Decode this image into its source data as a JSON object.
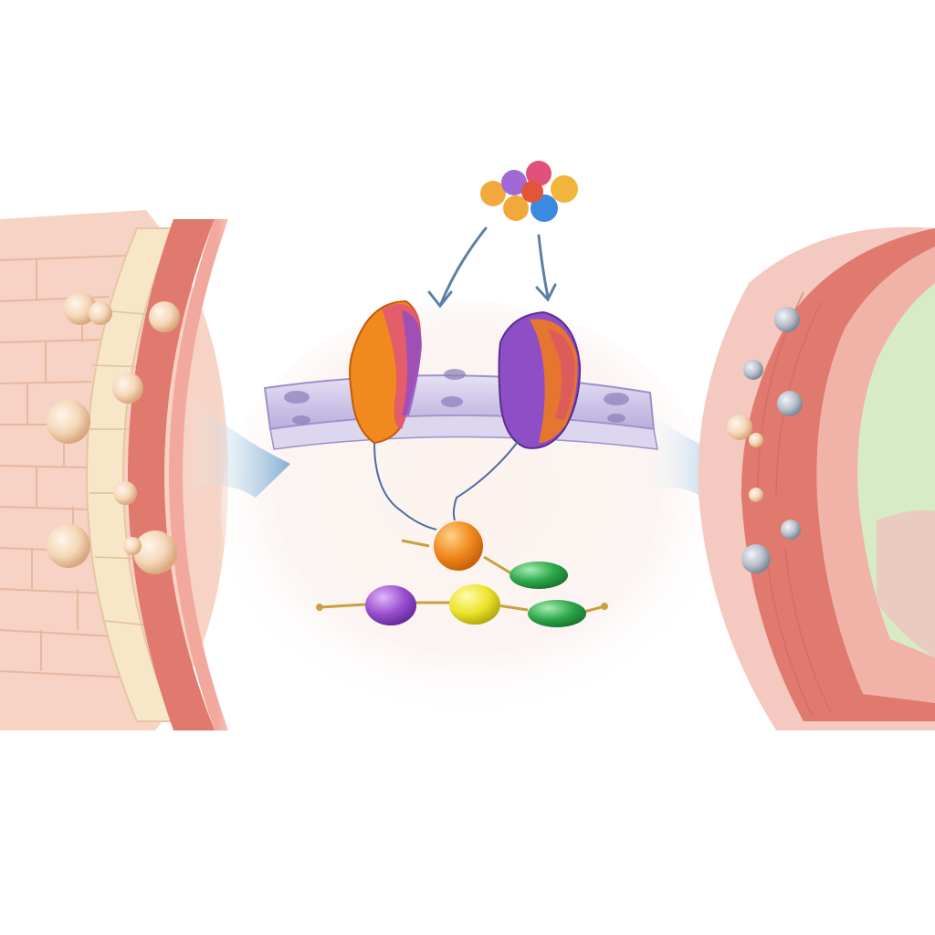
{
  "diagram": {
    "labels": [],
    "panels": {
      "left": {
        "subject": "vessel-wall-with-lipid-deposits"
      },
      "center": {
        "subject": "membrane-receptor-signaling"
      },
      "right": {
        "subject": "vessel-wall-after"
      }
    },
    "receptors": [
      {
        "name": "receptor-left",
        "colors": [
          "#f08a1e",
          "#e25578",
          "#8e4ec6"
        ]
      },
      {
        "name": "receptor-right",
        "colors": [
          "#8e4ec6",
          "#f07a1e",
          "#d8506e"
        ]
      }
    ],
    "ligand_cluster_colors": [
      "#f2a93b",
      "#a268d6",
      "#e0507a",
      "#f2b53b",
      "#3c8ae0",
      "#e3553b",
      "#f5c542"
    ],
    "signal_chain_colors": [
      "#f08a1e",
      "#2fa84a",
      "#8e4ec6",
      "#e8e02a",
      "#2fa84a"
    ],
    "colors": {
      "vessel_wall": "#e9867c",
      "plaque": "#f5dfc4",
      "arrow": "#6ea3cf",
      "membrane": "#c9c0e6"
    }
  }
}
